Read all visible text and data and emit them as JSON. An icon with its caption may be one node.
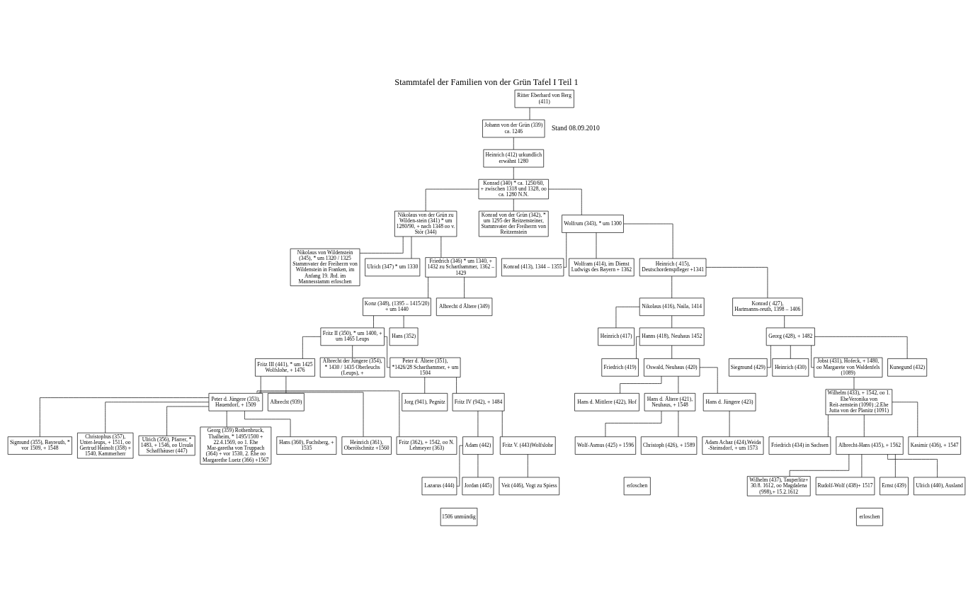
{
  "diagram": {
    "title": "Stammtafel der Familien von der Grün Tafel I Teil 1",
    "nodes": [
      {
        "text": [
          "Ritter Eberhard von Berg (411)"
        ]
      },
      {
        "text": [
          "Johann von der Grün (339) ca. 1246"
        ]
      },
      {
        "text": [
          "Heinrich (412) urkundlich erwähnt 1280"
        ]
      },
      {
        "text": [
          "Konrad (340) * ca. 1250/60, + zwischen 1318 und 1328, oo ca. 1280 N.N."
        ]
      },
      {
        "text": [
          "Nikolaus von der Grün zu Wilden-stein (341) * um 1280/90, + nach 1348 oo v. Stör (344)"
        ]
      },
      {
        "text": [
          "Konrad von der Grün (342), * um 1295 der Reitzensteiner, Stammvater der Freiherrn von Reitzenstein"
        ]
      },
      {
        "text": [
          "Wolfrum (343), * um 1300"
        ]
      },
      {
        "text": [
          "Nikolaus von Wildenstein (345), * um 1320 / 1325 Stammvater der Freiherrn von Wildenstein in Franken, im Anfang 19. Jhd. im Mannesstamm erloschen"
        ]
      },
      {
        "text": [
          "Ulrich (347) * um 1330"
        ]
      },
      {
        "text": [
          "Friedrich (346) * um 1340, + 1432 zu Scharthammer, 1362 – 1429"
        ]
      },
      {
        "text": [
          "Konrad (413), 1344 – 1355"
        ]
      },
      {
        "text": [
          "Wolfram (414), im Dienst Ludwigs des Bayern + 1362"
        ]
      },
      {
        "text": [
          "Heinrich ( 415), Deutschordenspfleger +1341"
        ]
      },
      {
        "text": [
          "Konz (348), (1395 – 1415/20) + um 1440"
        ]
      },
      {
        "text": [
          "Albrecht d Ältere (349)"
        ]
      },
      {
        "text": [
          "Nikolaus (416), Naila, 1414"
        ]
      },
      {
        "text": [
          "Konrad ( 427), Hartmanns-reuth, 1398 – 1406"
        ]
      },
      {
        "text": [
          "Georg (428), + 1482"
        ]
      },
      {
        "text": [
          "Heinrich (417)"
        ]
      },
      {
        "text": [
          "Hanns (418), Neuhaus 1452"
        ]
      },
      {
        "text": [
          "Fritz II (350), * um 1400, + um 1465 Leups"
        ]
      },
      {
        "text": [
          "Hans (352)"
        ]
      },
      {
        "text": [
          "Siegmund (429)"
        ]
      },
      {
        "text": [
          "Heinrich (430)"
        ]
      },
      {
        "text": [
          "Jobst (431), Hofeck, + 1480, oo Margarete von Waldenfels (1089)"
        ]
      },
      {
        "text": [
          "Kunegund (432)"
        ]
      },
      {
        "text": [
          "Fritz III (441), * um 1425 Wolfslohe, + 1476"
        ]
      },
      {
        "text": [
          "Albrecht der Jüngere (354), * 1430 / 1435 Oberleuchs (Leups), +"
        ]
      },
      {
        "text": [
          "Peter d. Ältere (351), *1426/28 Scharthammer, + um 1504"
        ]
      },
      {
        "text": [
          "Friedrich (419)"
        ]
      },
      {
        "text": [
          "Oswald, Neuhaus (420)"
        ]
      },
      {
        "text": [
          "Hans d. Mittlere (422), Hof"
        ]
      },
      {
        "text": [
          "Hans d. Ältere (421), Neuhaus, + 1548"
        ]
      },
      {
        "text": [
          "Hans d. Jüngere (423)"
        ]
      },
      {
        "text": [
          "Wilhelm (433), + 1542, oo 1. EheVeronika von Reit-zenstein (1090) ;2.Ehe Jutta von der Planitz (1091)"
        ]
      },
      {
        "text": [
          "Peter d. Jüngere (353), Hauendorf, + 1509"
        ]
      },
      {
        "text": [
          "Albrecht (939)"
        ]
      },
      {
        "text": [
          "Jorg (941), Pegnitz"
        ]
      },
      {
        "text": [
          "Fritz IV (942), + 1484"
        ]
      },
      {
        "text": [
          "Adam Achaz (424),Weida -Steinsdorf, + um 1573"
        ]
      },
      {
        "text": [
          "Friedrich (434) in Sachsen"
        ]
      },
      {
        "text": [
          "Albrecht-Hans (435), + 1562"
        ]
      },
      {
        "text": [
          "Kasimir (436), + 1547"
        ]
      },
      {
        "text": [
          "Wolf-Asmus (425) + 1596"
        ]
      },
      {
        "text": [
          "Christoph (426), + 1589"
        ]
      },
      {
        "text": [
          "Adam (442)"
        ]
      },
      {
        "text": [
          "Fritz V. (443)Wolfslohe"
        ]
      },
      {
        "text": [
          "erloschen"
        ]
      },
      {
        "text": [
          "Wilhelm (437), Tauperlitz+ 30.8. 1612, oo Magdalena (998),+ 15.2.1612"
        ]
      },
      {
        "text": [
          "Rudolf-Wolf (438)+ 1517"
        ]
      },
      {
        "text": [
          "Ernst (439)"
        ]
      },
      {
        "text": [
          "Ulrich (440), Ausland"
        ]
      },
      {
        "text": [
          "Lazarus (444)"
        ]
      },
      {
        "text": [
          "Jordan (445)"
        ]
      },
      {
        "text": [
          "Veit (446), Vogt zu Spiess"
        ]
      },
      {
        "text": [
          "1506 unmündig"
        ]
      },
      {
        "text": [
          "erloschen"
        ]
      },
      {
        "text": [
          "Sigmund (355), Bayreuth, * vor 1509, + 1548"
        ]
      },
      {
        "text": [
          "Christophus (357), Unter-leups, + 1511, oo Gertrud Hainolt (358) + 1540, Kammerherr"
        ]
      },
      {
        "text": [
          "Ulrich (356), Pfarrer, * 1483, + 1546, oo Ursula Schaffhäuser (447)"
        ]
      },
      {
        "text": [
          "Georg (359) Rothenbruck, Thalheim, * 1495/1500 + 22.4.1569, oo 1. Ehe Mar-garetha von Truppach (364) + vor 1530, 2. Ehe oo Margarethe Luetz (366) +1567"
        ]
      },
      {
        "text": [
          "Hans (360), Fuchsberg, + 1535"
        ]
      },
      {
        "text": [
          "Heinrich (361), Oberölschnitz +1560"
        ]
      },
      {
        "text": [
          "Fritz (362), + 1542, oo N. Lehmeyer (363)"
        ]
      }
    ],
    "edges": [
      {
        "from": 0,
        "to": 1,
        "arrow": "none"
      },
      {
        "from": 1,
        "to": 2,
        "arrow": "none"
      },
      {
        "from": 2,
        "to": 3,
        "arrow": "none"
      },
      {
        "from": 3,
        "to": 4,
        "arrow": "none"
      },
      {
        "from": 3,
        "to": 5,
        "arrow": "none"
      },
      {
        "from": 3,
        "to": 6,
        "arrow": "none"
      },
      {
        "from": 4,
        "to": 7,
        "arrow": "none"
      },
      {
        "from": 4,
        "to": 8,
        "arrow": "none"
      },
      {
        "from": 4,
        "to": 9,
        "arrow": "none"
      },
      {
        "from": 6,
        "to": 10,
        "arrow": "none"
      },
      {
        "from": 6,
        "to": 11,
        "arrow": "none"
      },
      {
        "from": 6,
        "to": 12,
        "arrow": "none"
      },
      {
        "from": 9,
        "to": 13,
        "arrow": "none"
      },
      {
        "from": 9,
        "to": 14,
        "arrow": "none"
      },
      {
        "from": 12,
        "to": 15,
        "arrow": "none"
      },
      {
        "from": 12,
        "to": 16,
        "arrow": "none"
      },
      {
        "from": 16,
        "to": 17,
        "arrow": "none"
      },
      {
        "from": 15,
        "to": 18,
        "arrow": "none"
      },
      {
        "from": 15,
        "to": 19,
        "arrow": "none"
      },
      {
        "from": 13,
        "to": 20,
        "arrow": "none"
      },
      {
        "from": 13,
        "to": 21,
        "arrow": "none"
      },
      {
        "from": 17,
        "to": 22,
        "arrow": "none"
      },
      {
        "from": 17,
        "to": 23,
        "arrow": "none"
      },
      {
        "from": 17,
        "to": 24,
        "arrow": "none"
      },
      {
        "from": 17,
        "to": 25,
        "arrow": "none"
      },
      {
        "from": 20,
        "to": 26,
        "arrow": "none"
      },
      {
        "from": 20,
        "to": 27,
        "arrow": "none"
      },
      {
        "from": 20,
        "to": 28,
        "arrow": "none"
      },
      {
        "from": 19,
        "to": 29,
        "arrow": "none"
      },
      {
        "from": 19,
        "to": 30,
        "arrow": "none"
      },
      {
        "from": 30,
        "to": 31,
        "arrow": "none"
      },
      {
        "from": 30,
        "to": 32,
        "arrow": "none"
      },
      {
        "from": 30,
        "to": 33,
        "arrow": "none"
      },
      {
        "from": 24,
        "to": 34,
        "arrow": "none"
      },
      {
        "from": 26,
        "to": 35,
        "arrow": "none"
      },
      {
        "from": 26,
        "to": 36,
        "arrow": "none"
      },
      {
        "from": 28,
        "to": 37,
        "arrow": "none"
      },
      {
        "from": 28,
        "to": 38,
        "arrow": "none"
      },
      {
        "from": 33,
        "to": 39,
        "arrow": "none"
      },
      {
        "from": 34,
        "to": 40,
        "arrow": "none"
      },
      {
        "from": 34,
        "to": 41,
        "arrow": "none"
      },
      {
        "from": 34,
        "to": 42,
        "arrow": "none"
      },
      {
        "from": 32,
        "to": 43,
        "arrow": "none"
      },
      {
        "from": 32,
        "to": 44,
        "arrow": "none"
      },
      {
        "from": 38,
        "to": 45,
        "arrow": "none"
      },
      {
        "from": 38,
        "to": 46,
        "arrow": "none"
      },
      {
        "from": 41,
        "to": 48,
        "arrow": "none"
      },
      {
        "from": 41,
        "to": 49,
        "arrow": "none"
      },
      {
        "from": 41,
        "to": 50,
        "arrow": "none"
      },
      {
        "from": 41,
        "to": 51,
        "arrow": "none"
      },
      {
        "from": 45,
        "to": 52,
        "arrow": "none"
      },
      {
        "from": 45,
        "to": 53,
        "arrow": "none"
      },
      {
        "from": 46,
        "to": 54,
        "arrow": "none"
      },
      {
        "from": 35,
        "to": 57,
        "arrow": "none"
      },
      {
        "from": 35,
        "to": 58,
        "arrow": "none"
      },
      {
        "from": 35,
        "to": 59,
        "arrow": "none"
      },
      {
        "from": 35,
        "to": 60,
        "arrow": "none"
      },
      {
        "from": 35,
        "to": 61,
        "arrow": "none"
      },
      {
        "from": 35,
        "to": 62,
        "arrow": "none"
      },
      {
        "from": 35,
        "to": 63,
        "arrow": "none"
      }
    ],
    "labels": [
      "Stand 08.09.2010"
    ]
  }
}
